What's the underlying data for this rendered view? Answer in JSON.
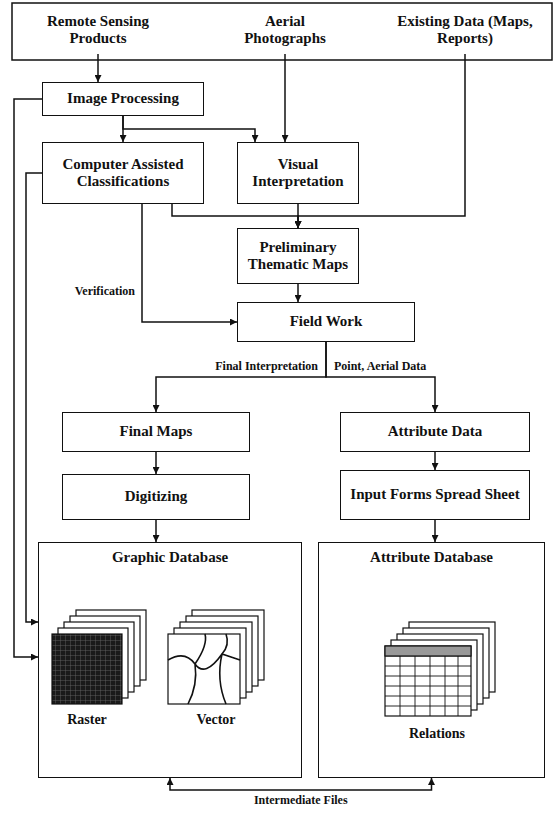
{
  "diagram": {
    "nodes": [
      {
        "text": [
          "Remote Sensing Products"
        ]
      },
      {
        "text": [
          "Aerial Photographs"
        ]
      },
      {
        "text": [
          "Existing Data (Maps, Reports)"
        ]
      },
      {
        "text": [
          "Image Processing"
        ]
      },
      {
        "text": [
          "Computer Assisted Classifications"
        ]
      },
      {
        "text": [
          "Visual Interpretation"
        ]
      },
      {
        "text": [
          "Preliminary Thematic Maps"
        ]
      },
      {
        "text": [
          "Field Work"
        ]
      },
      {
        "text": [
          "Final Maps"
        ]
      },
      {
        "text": [
          "Attribute Data"
        ]
      },
      {
        "text": [
          "Digitizing"
        ]
      },
      {
        "text": [
          "Input Forms Spread Sheet"
        ]
      },
      {
        "text": [
          "Graphic Database"
        ]
      },
      {
        "text": [
          "Attribute Database"
        ]
      }
    ],
    "edges": [
      {
        "from": 0,
        "to": 3,
        "arrow": "to"
      },
      {
        "from": 3,
        "to": 4,
        "arrow": "to"
      },
      {
        "from": 3,
        "to": 5,
        "arrow": "to"
      },
      {
        "from": 1,
        "to": 5,
        "arrow": "to"
      },
      {
        "from": 4,
        "to": 6,
        "arrow": "to"
      },
      {
        "from": 5,
        "to": 6,
        "arrow": "to"
      },
      {
        "from": 2,
        "to": 6,
        "arrow": "to"
      },
      {
        "from": 4,
        "to": 7,
        "label": "Verification",
        "arrow": "to"
      },
      {
        "from": 6,
        "to": 7,
        "arrow": "to"
      },
      {
        "from": 7,
        "to": 8,
        "label": "Final Interpretation",
        "arrow": "to"
      },
      {
        "from": 7,
        "to": 9,
        "label": "Point, Aerial Data",
        "arrow": "to"
      },
      {
        "from": 8,
        "to": 10,
        "arrow": "to"
      },
      {
        "from": 9,
        "to": 11,
        "arrow": "to"
      },
      {
        "from": 10,
        "to": 12,
        "arrow": "to"
      },
      {
        "from": 11,
        "to": 13,
        "arrow": "to"
      },
      {
        "from": 3,
        "to": 12,
        "arrow": "to"
      },
      {
        "from": 4,
        "to": 12,
        "arrow": "to"
      },
      {
        "from": 12,
        "to": 13,
        "label": "Intermediate Files",
        "arrow": "both"
      }
    ],
    "labels": [
      "Raster",
      "Vector",
      "Relations"
    ]
  }
}
